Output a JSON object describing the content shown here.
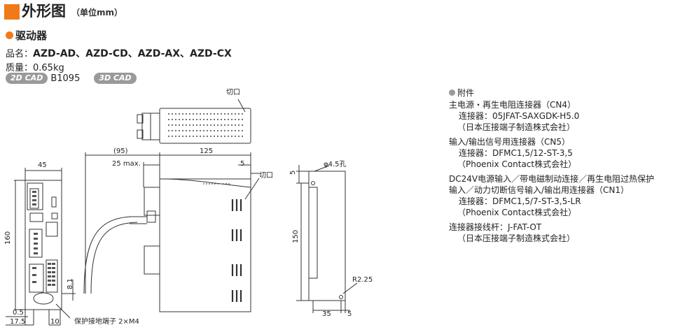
{
  "header": {
    "title": "外形图",
    "unit": "（单位mm）"
  },
  "section": {
    "title": "驱动器"
  },
  "product": {
    "name_label": "品名：",
    "models": "AZD-AD、AZD-CD、AZD-AX、AZD-CX",
    "mass": "质量：0.65kg",
    "cad2d": "2D CAD",
    "cad2d_code": "B1095",
    "cad3d": "3D CAD"
  },
  "drawing": {
    "cutout_top": "切口",
    "cutout_right": "切口",
    "dim_45": "45",
    "dim_160": "160",
    "dim_95": "(95)",
    "dim_25max": "25 max.",
    "dim_125": "125",
    "dim_5_top": "5",
    "dim_8_1": "8.1",
    "dim_0_5": "0.5",
    "dim_17_5": "17.5",
    "dim_10": "10",
    "ground_label": "保护接地端子 2×M4",
    "hole_label": "φ4.5孔",
    "dim_5_side": "5",
    "dim_150": "150",
    "dim_r225": "R2.25",
    "dim_35": "35",
    "dim_5_bottom": "5"
  },
  "accessories": {
    "title": "附件",
    "items": [
      {
        "name": "主电源・再生电阻连接器（CN4）",
        "connector": "连接器：05JFAT-SAXGDK-H5.0",
        "maker": "（日本压接端子制造株式会社）"
      },
      {
        "name": "输入/输出信号用连接器（CN5）",
        "connector": "连接器：DFMC1,5/12-ST-3,5",
        "maker": "（Phoenix Contact株式会社）"
      },
      {
        "name": "DC24V电源输入／带电磁制动连接／再生电阻过热保护",
        "name2": "输入／动力切断信号输入/输出用连接器（CN1）",
        "connector": "连接器：DFMC1,5/7-ST-3,5-LR",
        "maker": "（Phoenix Contact株式会社）"
      },
      {
        "name": "连接器接线杆：J-FAT-OT",
        "maker": "（日本压接端子制造株式会社）"
      }
    ]
  }
}
